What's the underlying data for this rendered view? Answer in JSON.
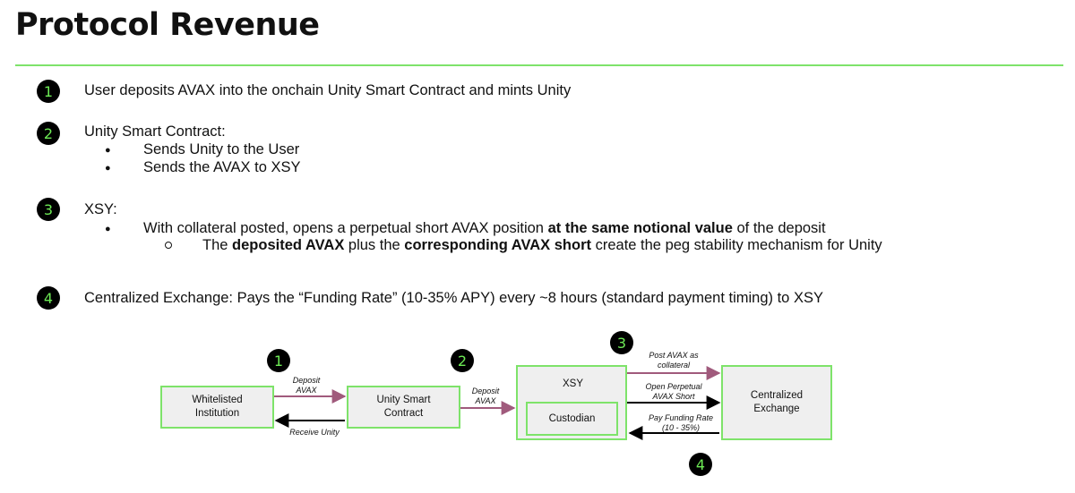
{
  "title": "Protocol Revenue",
  "colors": {
    "accent": "#7ee36a",
    "badge_bg": "#000000",
    "badge_text": "#6dea55",
    "arrow_purple": "#a05a7c",
    "arrow_black": "#000000",
    "box_fill": "#efefef"
  },
  "steps": [
    {
      "num": "1",
      "text": "User deposits AVAX into the onchain Unity Smart Contract and mints Unity"
    },
    {
      "num": "2",
      "text": "Unity Smart Contract:",
      "bullets": [
        "Sends Unity to the User",
        "Sends the AVAX to XSY"
      ]
    },
    {
      "num": "3",
      "text": "XSY:",
      "bullet_parts": [
        "With collateral posted, opens a perpetual short AVAX position ",
        "at the same notional value",
        " of the deposit"
      ],
      "sub_parts": [
        "The ",
        "deposited AVAX",
        " plus the ",
        "corresponding AVAX short",
        " create the peg stability mechanism for Unity"
      ]
    },
    {
      "num": "4",
      "text": "Centralized Exchange: Pays the “Funding Rate” (10-35% APY) every ~8 hours (standard payment timing) to XSY"
    }
  ],
  "diagram": {
    "boxes": {
      "whitelisted": "Whitelisted\nInstitution",
      "unity_contract": "Unity Smart\nContract",
      "xsy": "XSY",
      "custodian": "Custodian",
      "exchange": "Centralized\nExchange"
    },
    "badges": [
      "1",
      "2",
      "3",
      "4"
    ],
    "arrows": {
      "deposit_1": "Deposit\nAVAX",
      "receive_unity": "Receive Unity",
      "deposit_2": "Deposit\nAVAX",
      "post_collateral": "Post AVAX as\ncollateral",
      "open_short": "Open Perpetual\nAVAX Short",
      "pay_funding": "Pay Funding Rate\n(10 - 35%)"
    }
  }
}
